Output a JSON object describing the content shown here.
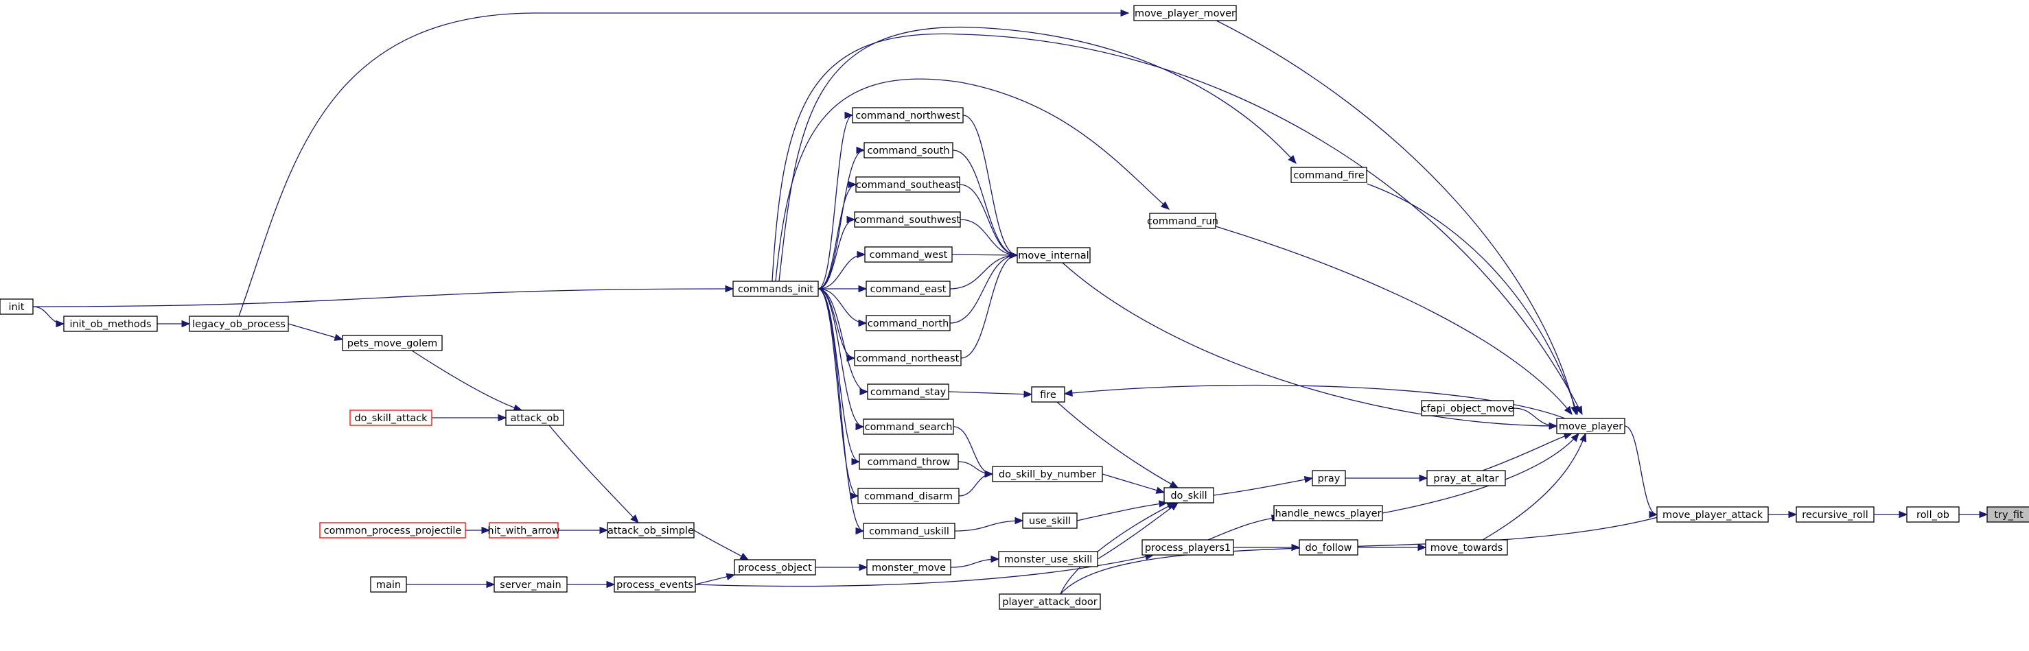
{
  "nodes": [
    {
      "id": "try_fit",
      "label": "try_fit",
      "highlight": true
    },
    {
      "id": "roll_ob",
      "label": "roll_ob"
    },
    {
      "id": "recursive_roll",
      "label": "recursive_roll"
    },
    {
      "id": "move_player_attack",
      "label": "move_player_attack"
    },
    {
      "id": "move_player",
      "label": "move_player"
    },
    {
      "id": "player_attack_door",
      "label": "player_attack_door"
    },
    {
      "id": "move_player_mover",
      "label": "move_player_mover"
    },
    {
      "id": "command_fire",
      "label": "command_fire"
    },
    {
      "id": "command_run",
      "label": "command_run"
    },
    {
      "id": "move_internal",
      "label": "move_internal"
    },
    {
      "id": "fire",
      "label": "fire"
    },
    {
      "id": "cfapi_object_move",
      "label": "cfapi_object_move"
    },
    {
      "id": "pray_at_altar",
      "label": "pray_at_altar"
    },
    {
      "id": "pray",
      "label": "pray"
    },
    {
      "id": "handle_newcs_player",
      "label": "handle_newcs_player"
    },
    {
      "id": "move_towards",
      "label": "move_towards"
    },
    {
      "id": "do_follow",
      "label": "do_follow"
    },
    {
      "id": "process_players1",
      "label": "process_players1"
    },
    {
      "id": "do_skill",
      "label": "do_skill"
    },
    {
      "id": "do_skill_by_number",
      "label": "do_skill_by_number"
    },
    {
      "id": "use_skill",
      "label": "use_skill"
    },
    {
      "id": "monster_use_skill",
      "label": "monster_use_skill"
    },
    {
      "id": "monster_move",
      "label": "monster_move"
    },
    {
      "id": "process_object",
      "label": "process_object"
    },
    {
      "id": "process_events",
      "label": "process_events"
    },
    {
      "id": "server_main",
      "label": "server_main"
    },
    {
      "id": "main",
      "label": "main"
    },
    {
      "id": "attack_ob_simple",
      "label": "attack_ob_simple"
    },
    {
      "id": "hit_with_arrow",
      "label": "hit_with_arrow",
      "red": true
    },
    {
      "id": "common_process_projectile",
      "label": "common_process_projectile",
      "red": true
    },
    {
      "id": "attack_ob",
      "label": "attack_ob"
    },
    {
      "id": "do_skill_attack",
      "label": "do_skill_attack",
      "red": true
    },
    {
      "id": "pets_move_golem",
      "label": "pets_move_golem"
    },
    {
      "id": "legacy_ob_process",
      "label": "legacy_ob_process"
    },
    {
      "id": "init_ob_methods",
      "label": "init_ob_methods"
    },
    {
      "id": "init",
      "label": "init"
    },
    {
      "id": "commands_init",
      "label": "commands_init"
    },
    {
      "id": "command_northwest",
      "label": "command_northwest"
    },
    {
      "id": "command_south",
      "label": "command_south"
    },
    {
      "id": "command_southeast",
      "label": "command_southeast"
    },
    {
      "id": "command_southwest",
      "label": "command_southwest"
    },
    {
      "id": "command_west",
      "label": "command_west"
    },
    {
      "id": "command_east",
      "label": "command_east"
    },
    {
      "id": "command_north",
      "label": "command_north"
    },
    {
      "id": "command_northeast",
      "label": "command_northeast"
    },
    {
      "id": "command_stay",
      "label": "command_stay"
    },
    {
      "id": "command_search",
      "label": "command_search"
    },
    {
      "id": "command_throw",
      "label": "command_throw"
    },
    {
      "id": "command_disarm",
      "label": "command_disarm"
    },
    {
      "id": "command_uskill",
      "label": "command_uskill"
    }
  ],
  "edges": [
    [
      "roll_ob",
      "try_fit"
    ],
    [
      "recursive_roll",
      "roll_ob"
    ],
    [
      "move_player_attack",
      "recursive_roll"
    ],
    [
      "move_player",
      "move_player_attack"
    ],
    [
      "player_attack_door",
      "move_player_attack"
    ],
    [
      "move_player_mover",
      "move_player"
    ],
    [
      "command_fire",
      "move_player"
    ],
    [
      "command_run",
      "move_player"
    ],
    [
      "move_internal",
      "move_player"
    ],
    [
      "cfapi_object_move",
      "move_player"
    ],
    [
      "pray_at_altar",
      "move_player"
    ],
    [
      "handle_newcs_player",
      "move_player"
    ],
    [
      "move_towards",
      "move_player"
    ],
    [
      "move_player",
      "fire"
    ],
    [
      "pray",
      "pray_at_altar"
    ],
    [
      "do_skill",
      "pray"
    ],
    [
      "do_follow",
      "move_towards"
    ],
    [
      "process_players1",
      "do_follow"
    ],
    [
      "process_players1",
      "handle_newcs_player"
    ],
    [
      "process_events",
      "process_players1"
    ],
    [
      "fire",
      "do_skill"
    ],
    [
      "do_skill_by_number",
      "do_skill"
    ],
    [
      "use_skill",
      "do_skill"
    ],
    [
      "monster_use_skill",
      "do_skill"
    ],
    [
      "player_attack_door",
      "do_skill"
    ],
    [
      "monster_move",
      "monster_use_skill"
    ],
    [
      "process_object",
      "monster_move"
    ],
    [
      "process_events",
      "process_object"
    ],
    [
      "attack_ob_simple",
      "process_object"
    ],
    [
      "server_main",
      "process_events"
    ],
    [
      "main",
      "server_main"
    ],
    [
      "hit_with_arrow",
      "attack_ob_simple"
    ],
    [
      "attack_ob",
      "attack_ob_simple"
    ],
    [
      "common_process_projectile",
      "hit_with_arrow"
    ],
    [
      "do_skill_attack",
      "attack_ob"
    ],
    [
      "pets_move_golem",
      "attack_ob"
    ],
    [
      "legacy_ob_process",
      "pets_move_golem"
    ],
    [
      "init_ob_methods",
      "legacy_ob_process"
    ],
    [
      "init",
      "init_ob_methods"
    ],
    [
      "init",
      "commands_init"
    ],
    [
      "legacy_ob_process",
      "move_player_mover"
    ],
    [
      "commands_init",
      "command_fire"
    ],
    [
      "commands_init",
      "command_run"
    ],
    [
      "commands_init",
      "move_player"
    ],
    [
      "commands_init",
      "command_northwest"
    ],
    [
      "commands_init",
      "command_south"
    ],
    [
      "commands_init",
      "command_southeast"
    ],
    [
      "commands_init",
      "command_southwest"
    ],
    [
      "commands_init",
      "command_west"
    ],
    [
      "commands_init",
      "command_east"
    ],
    [
      "commands_init",
      "command_north"
    ],
    [
      "commands_init",
      "command_northeast"
    ],
    [
      "commands_init",
      "command_stay"
    ],
    [
      "commands_init",
      "command_search"
    ],
    [
      "commands_init",
      "command_throw"
    ],
    [
      "commands_init",
      "command_disarm"
    ],
    [
      "commands_init",
      "command_uskill"
    ],
    [
      "command_northwest",
      "move_internal"
    ],
    [
      "command_south",
      "move_internal"
    ],
    [
      "command_southeast",
      "move_internal"
    ],
    [
      "command_southwest",
      "move_internal"
    ],
    [
      "command_west",
      "move_internal"
    ],
    [
      "command_east",
      "move_internal"
    ],
    [
      "command_north",
      "move_internal"
    ],
    [
      "command_northeast",
      "move_internal"
    ],
    [
      "command_stay",
      "fire"
    ],
    [
      "command_search",
      "do_skill_by_number"
    ],
    [
      "command_throw",
      "do_skill_by_number"
    ],
    [
      "command_disarm",
      "do_skill_by_number"
    ],
    [
      "command_uskill",
      "use_skill"
    ]
  ],
  "colors": {
    "edge": "#191970",
    "node_border": "#000000",
    "red_border": "#ff0000",
    "highlight_fill": "#bfbfbf"
  }
}
